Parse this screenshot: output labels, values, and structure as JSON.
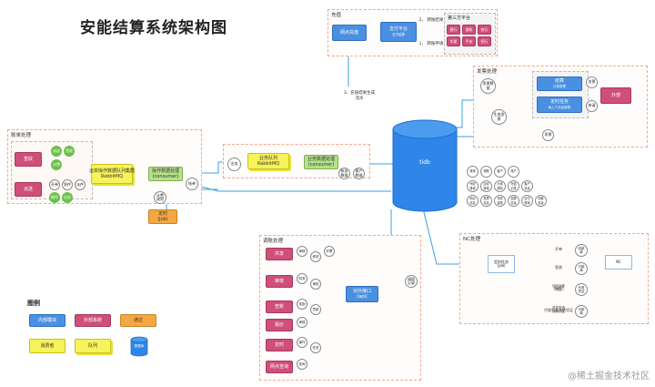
{
  "title": "安能结算系统架构图",
  "watermark": "@稀土掘金技术社区",
  "groups": {
    "billing": "账单处理",
    "recharge": "充值",
    "thirdparty": "第三方平台",
    "invoice": "发票处理",
    "reconcile": "调账处理",
    "nc": "NC处理",
    "legend": "图例"
  },
  "recharge": {
    "online": "网点充值",
    "pay_platform": "支付平台",
    "pay_platform_sub": "支付结算",
    "note_result": "2、 转账结果",
    "note_apply": "1、 转账申请",
    "note_sync": "3、充值结果生成\n流水",
    "third_items": [
      "建行",
      "银联",
      "农行",
      "华夏",
      "平安",
      "招行"
    ]
  },
  "invoice": {
    "calc": "结算",
    "calc_sub": "计算发票",
    "timer": "定时任务",
    "timer_sub": "每上个月结算表",
    "external": "外部",
    "c_invoice_data": "发票数据",
    "c_generate": "生成发票",
    "c_update": "发票",
    "c_apply": "申请",
    "c_invoice2": "发票"
  },
  "billing": {
    "waybill": "签收",
    "dispatch": "派送",
    "mq": "运单操作数据队列集群\nRabbitMQ",
    "consumer": "操作数据处理\n(consumer)",
    "timer": "定时\n(job)",
    "c_account": "账单",
    "c_fee": "计费\n规则",
    "circles1": [
      "派送",
      "签收",
      "计费"
    ],
    "circles2": [
      "开单",
      "到件",
      "派件",
      "操作",
      "出仓"
    ]
  },
  "center": {
    "queue": "业务队列\nRabbitMQ",
    "handler": "业务数据处理\n(consumer)",
    "c_business": "业务",
    "c_account": "账务\n数据",
    "c_customer": "客户\n数据",
    "db": "tidb",
    "side_circles": [
      "账单",
      "调账",
      "客户",
      "账户",
      "代收\n账单",
      "应收\n账单",
      "计费\n规则",
      "充值\n记录",
      "客户\n信息",
      "网点\n信息",
      "发票\n信息",
      "代收\n金额",
      "结算\n信息",
      "应付\n账单",
      "扣款\n信息"
    ]
  },
  "reconcile": {
    "items": [
      "共享",
      "审核",
      "查账",
      "报价",
      "定时",
      "网点查询"
    ],
    "service": "对外接口\n(api)",
    "c_side": "调账\n记录",
    "row_circles": [
      [
        "审核",
        "修改",
        "开票"
      ],
      [
        "财务",
        "审批"
      ],
      [
        "奖励",
        "罚款"
      ],
      [
        "审核"
      ],
      [
        "操作",
        "任务"
      ],
      [
        "查询"
      ]
    ]
  },
  "nc": {
    "timer": "定时任务\n(job)",
    "nc": "NC",
    "labels": [
      "开单",
      "签收",
      "签收后",
      "代收货款流转凭证"
    ],
    "circles": [
      "收款\n单",
      "付款\n单",
      "代收\n凭证",
      "付款\n单"
    ],
    "mids": [
      "代收返款\n凭证",
      "开发申请\n流转凭证"
    ]
  },
  "legend": {
    "items": [
      "内部模块",
      "外部系统",
      "通过",
      "消费者",
      "队列",
      "数据库"
    ]
  },
  "colors": {
    "blue": "#4a90e2",
    "pink": "#cf4f7a",
    "orange": "#f5a742",
    "yellow": "#f7f35a",
    "green": "#b6e08a",
    "line": "#3aa0e0"
  }
}
